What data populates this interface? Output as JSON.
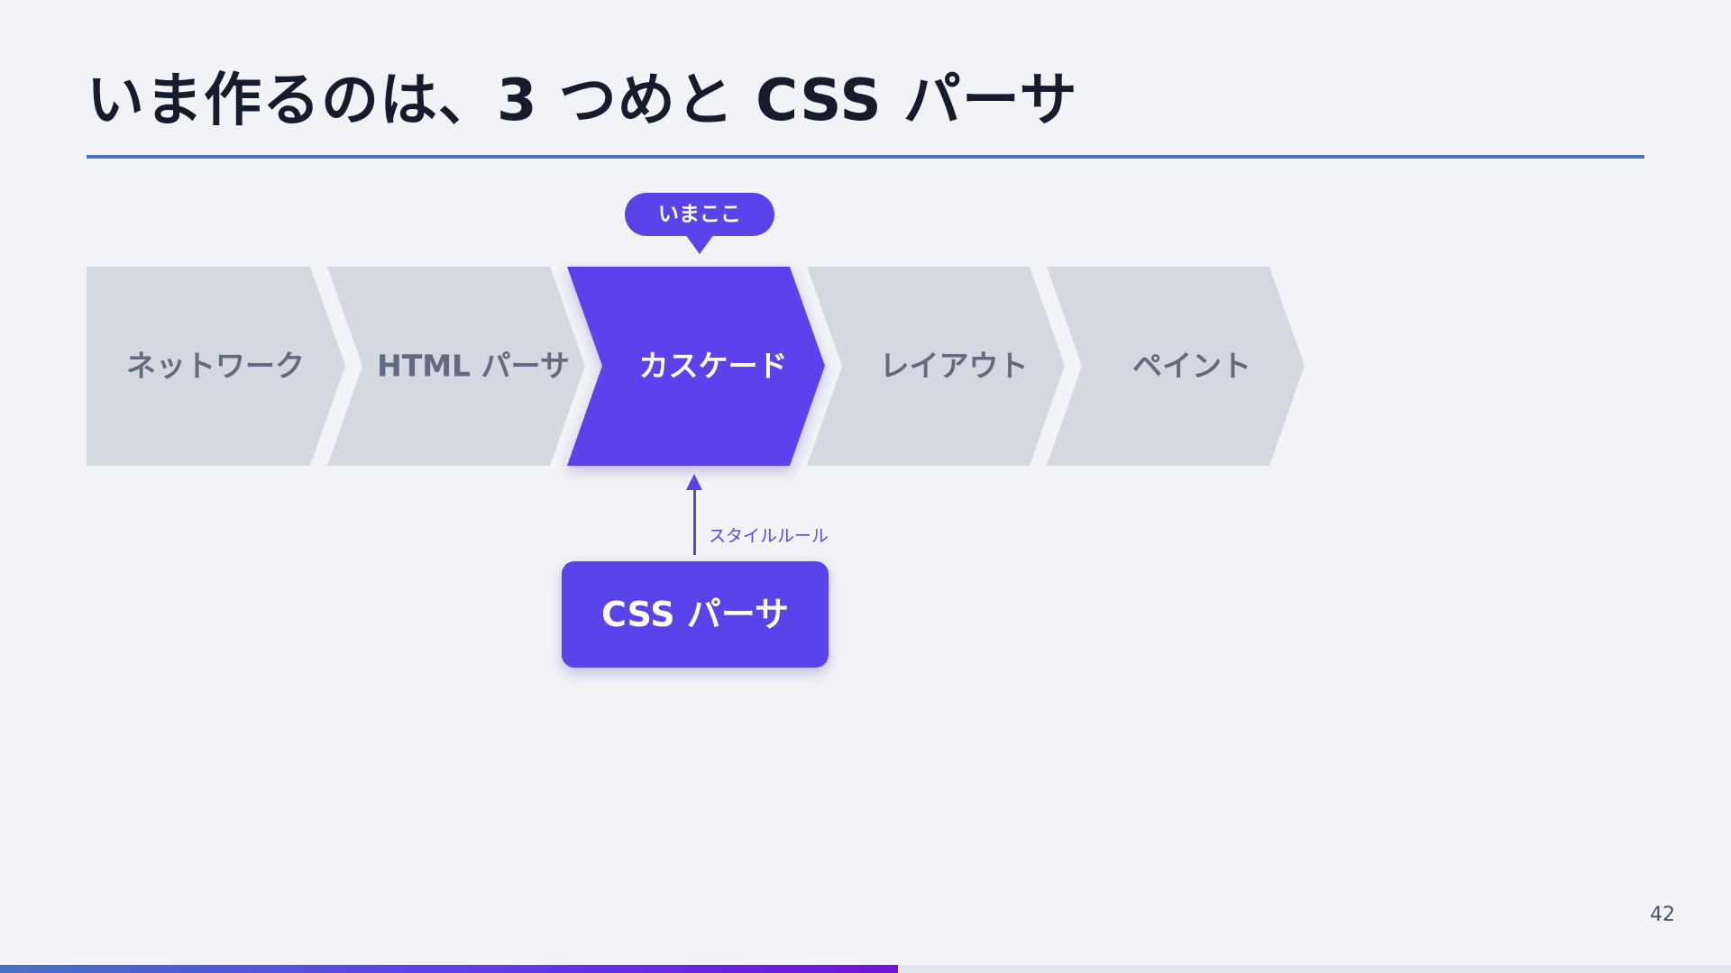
{
  "slide": {
    "title": "いま作るのは、3 つめと CSS パーサ",
    "page_number": "42",
    "progress_fraction": 0.519
  },
  "pipeline": {
    "stages": [
      {
        "label": "ネットワーク",
        "active": false
      },
      {
        "label": "HTML パーサ",
        "active": false
      },
      {
        "label": "カスケード",
        "active": true
      },
      {
        "label": "レイアウト",
        "active": false
      },
      {
        "label": "ペイント",
        "active": false
      }
    ],
    "current_marker": "いまここ"
  },
  "input": {
    "arrow_label": "スタイルルール",
    "box_label": "CSS パーサ"
  },
  "colors": {
    "accent": "#5b43ec",
    "inactive_fill": "#d3d8e1",
    "inactive_text": "#616b7f",
    "rule": "#4472c4",
    "background": "#f1f3f7"
  }
}
